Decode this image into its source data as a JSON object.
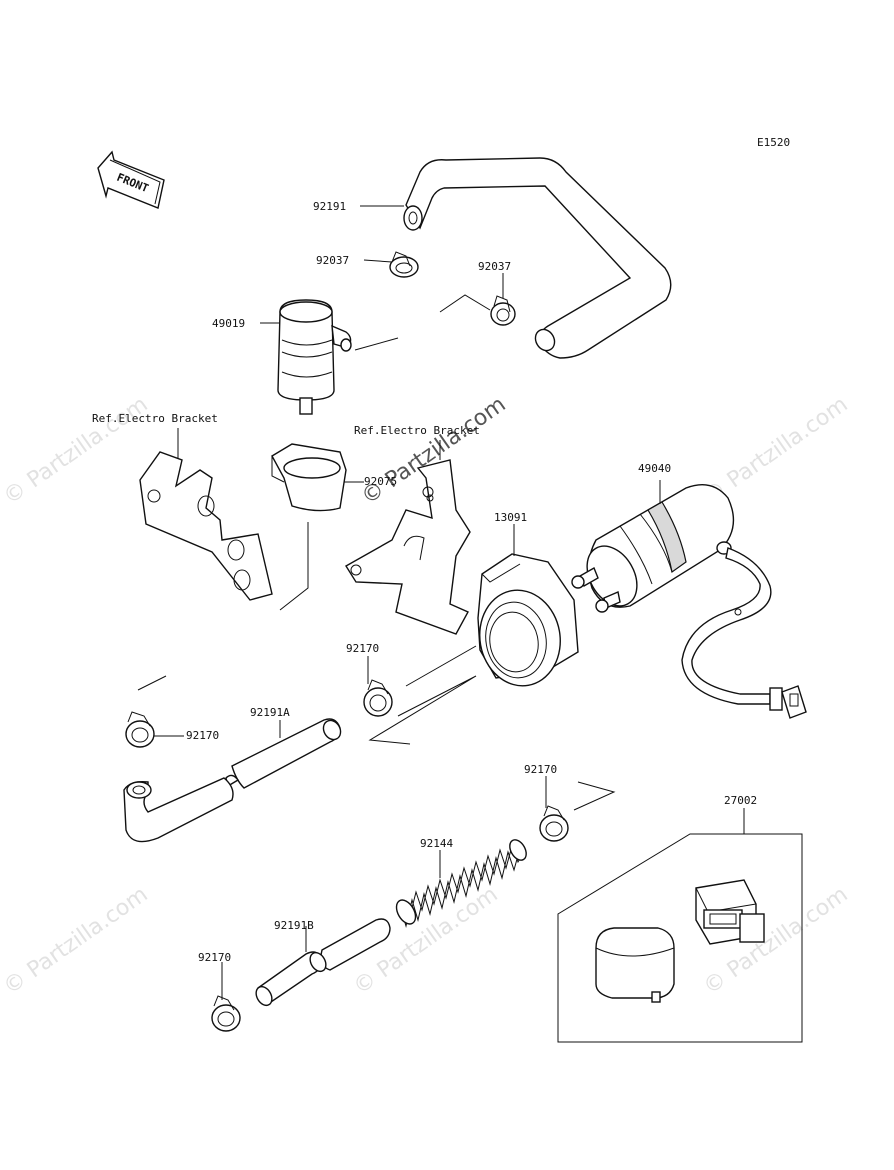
{
  "diagram_code": "E1520",
  "front_label": "FRONT",
  "watermark": "© Partzilla.com",
  "watermark_center": "© Partzilla.com",
  "ref_labels": {
    "left": "Ref.Electro Bracket",
    "center": "Ref.Electro Bracket"
  },
  "parts": {
    "hose_top": "92191",
    "clamp_top_left": "92037",
    "clamp_top_right": "92037",
    "filter": "49019",
    "holder": "92075",
    "damper": "13091",
    "fuel_pump": "49040",
    "clamp_mid_center": "92170",
    "clamp_mid_left": "92170",
    "hose_a": "92191A",
    "clamp_right": "92170",
    "spring": "92144",
    "hose_b": "92191B",
    "clamp_bottom": "92170",
    "kit_box": "27002"
  }
}
